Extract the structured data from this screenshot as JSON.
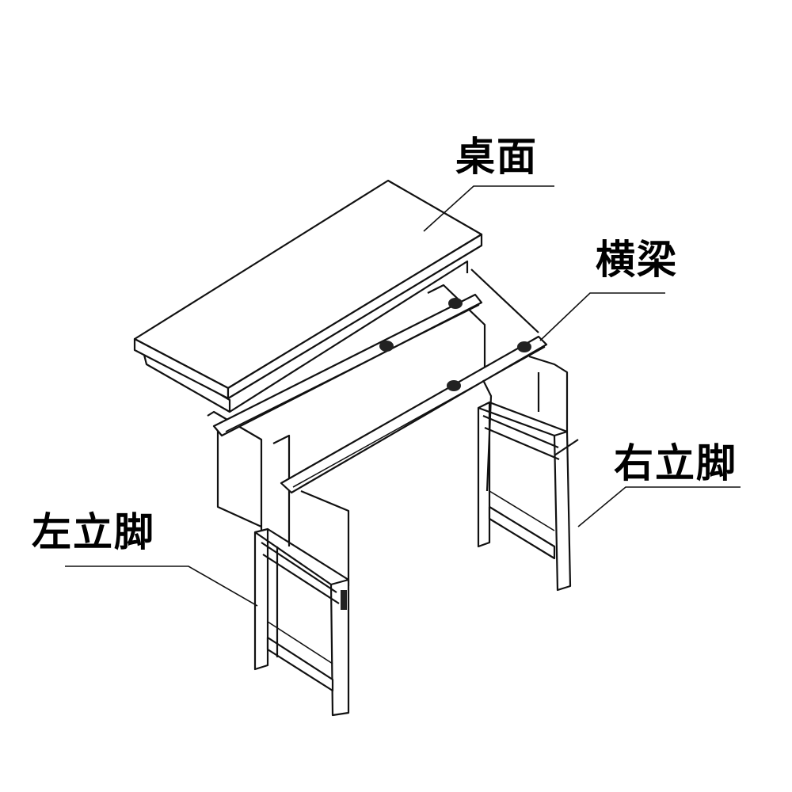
{
  "labels": {
    "desktop": "桌面",
    "crossbeam": "横梁",
    "right_leg": "右立脚",
    "left_leg": "左立脚"
  }
}
